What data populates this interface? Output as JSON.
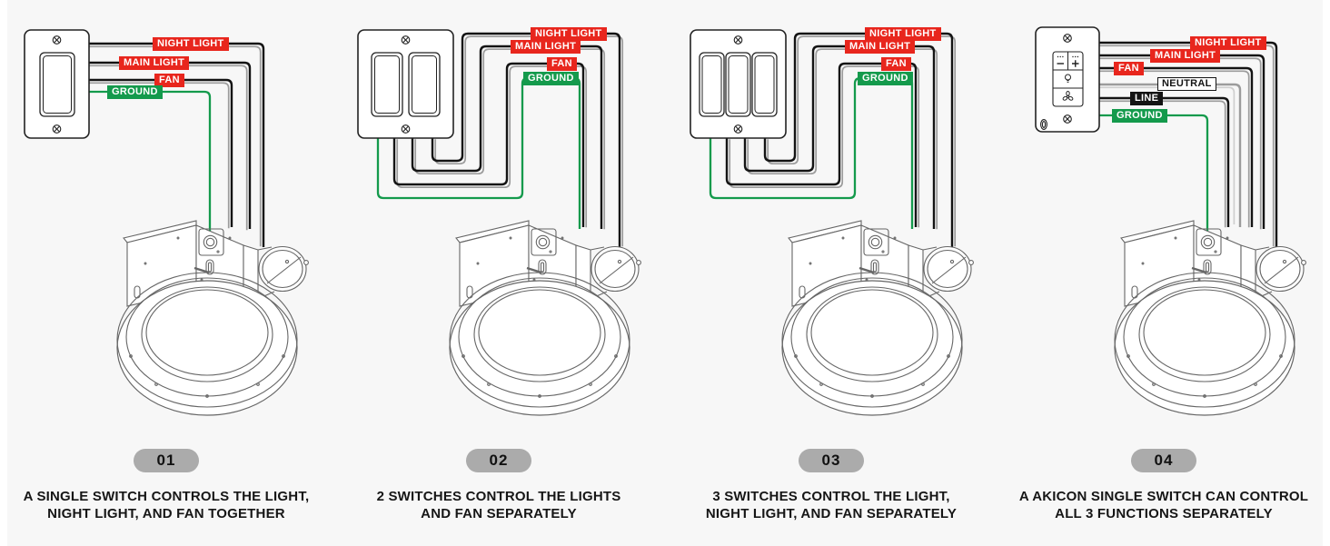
{
  "section": {
    "background": "#f7f7f7"
  },
  "colors": {
    "label_red": "#e8261d",
    "label_green": "#149a4c",
    "neutral_label_bg": "#ffffff",
    "line_label_bg": "#141414",
    "wire_black": "#141414",
    "wire_gray": "#9c9c9c",
    "badge_bg": "#ababab",
    "caption_text": "#161616"
  },
  "panels": [
    {
      "badge": "01",
      "switch": "single-rocker-switch",
      "wires": [
        {
          "label": "NIGHT LIGHT",
          "color": "red"
        },
        {
          "label": "MAIN LIGHT",
          "color": "red"
        },
        {
          "label": "FAN",
          "color": "red"
        },
        {
          "label": "GROUND",
          "color": "green"
        }
      ],
      "caption_line1": "A SINGLE SWITCH CONTROLS THE LIGHT,",
      "caption_line2": "NIGHT LIGHT, AND FAN TOGETHER"
    },
    {
      "badge": "02",
      "switch": "double-rocker-switch",
      "wires": [
        {
          "label": "NIGHT LIGHT",
          "color": "red"
        },
        {
          "label": "MAIN LIGHT",
          "color": "red"
        },
        {
          "label": "FAN",
          "color": "red"
        },
        {
          "label": "GROUND",
          "color": "green"
        }
      ],
      "caption_line1": "2 SWITCHES CONTROL THE LIGHTS",
      "caption_line2": "AND FAN SEPARATELY"
    },
    {
      "badge": "03",
      "switch": "triple-rocker-switch",
      "wires": [
        {
          "label": "NIGHT LIGHT",
          "color": "red"
        },
        {
          "label": "MAIN LIGHT",
          "color": "red"
        },
        {
          "label": "FAN",
          "color": "red"
        },
        {
          "label": "GROUND",
          "color": "green"
        }
      ],
      "caption_line1": "3 SWITCHES CONTROL THE LIGHT,",
      "caption_line2": "NIGHT LIGHT, AND FAN SEPARATELY"
    },
    {
      "badge": "04",
      "switch": "akicon-smart-switch",
      "wires": [
        {
          "label": "NIGHT LIGHT",
          "color": "red"
        },
        {
          "label": "MAIN LIGHT",
          "color": "red"
        },
        {
          "label": "FAN",
          "color": "red"
        },
        {
          "label": "NEUTRAL",
          "color": "neutral"
        },
        {
          "label": "LINE",
          "color": "line"
        },
        {
          "label": "GROUND",
          "color": "green"
        }
      ],
      "caption_line1": "A AKICON SINGLE SWITCH CAN CONTROL",
      "caption_line2": "ALL 3 FUNCTIONS SEPARATELY"
    }
  ]
}
